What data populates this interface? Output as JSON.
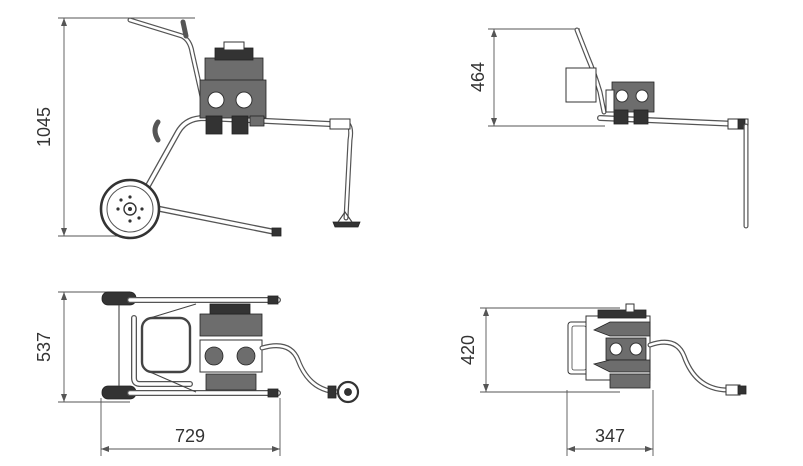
{
  "dimensions": {
    "side_height": "1045",
    "rear_height": "464",
    "top_depth": "537",
    "top_length": "729",
    "compact_depth": "420",
    "compact_width": "347"
  },
  "colors": {
    "line": "#444444",
    "dark": "#333333",
    "background": "#ffffff"
  }
}
